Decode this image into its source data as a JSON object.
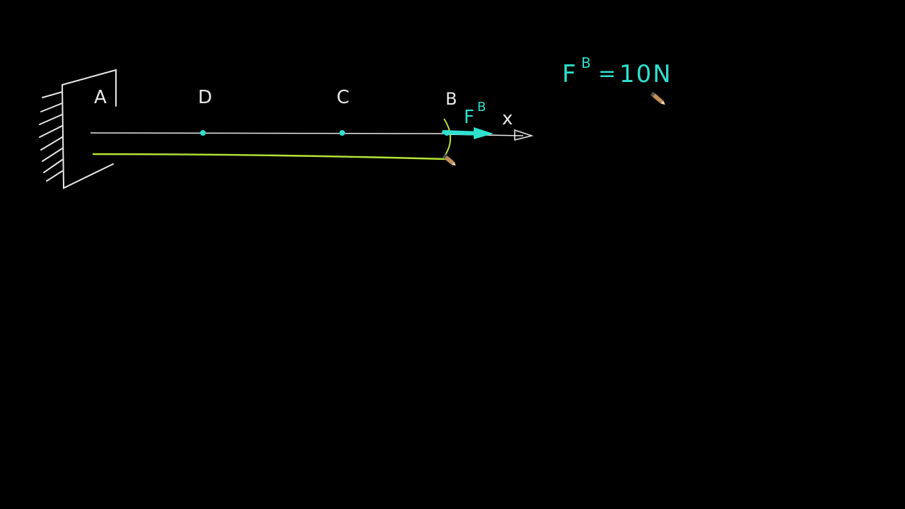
{
  "board": {
    "title": "",
    "background": "#000000"
  },
  "labels": {
    "point_a": "A",
    "point_d": "D",
    "point_c": "C",
    "point_b": "B",
    "force_at_b": "F",
    "force_at_b_sup": "B",
    "axis_x": "x"
  },
  "equation": {
    "lhs": "F",
    "lhs_sup": "B",
    "equals": "=",
    "rhs": "10N"
  },
  "colors": {
    "chalk_white": "#e8e8e8",
    "chalk_cyan": "#2fe0cf",
    "chalk_green": "#b6e635",
    "pencil_tip": "#c0905a"
  },
  "icons": {
    "cursor": "pencil-cursor-icon"
  }
}
